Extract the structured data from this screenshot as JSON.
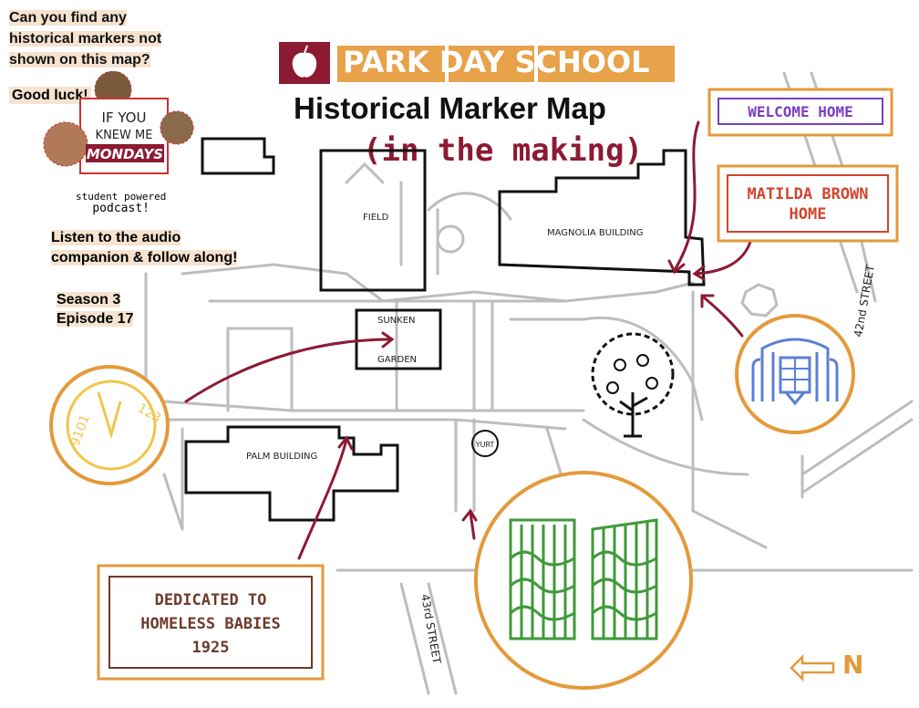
{
  "prompt": {
    "line1": "Can you find any",
    "line2": "historical markers not",
    "line3": "shown on this map?",
    "good_luck": "Good luck!"
  },
  "podcast": {
    "logo_line1": "IF YOU",
    "logo_line2": "KNEW ME",
    "logo_line3": "MONDAYS",
    "tag1": "student powered",
    "tag2": "podcast!"
  },
  "instructions": {
    "line1": "Listen to the audio",
    "line2": "companion & follow along!"
  },
  "episode": {
    "season": "Season 3",
    "episode": "Episode 17"
  },
  "header": {
    "brand": "PARK DAY SCHOOL",
    "title": "Historical Marker Map",
    "subtitle": "(in the making)"
  },
  "map_labels": {
    "field": "FIELD",
    "magnolia": "MAGNOLIA BUILDING",
    "sunken1": "SUNKEN",
    "sunken2": "GARDEN",
    "palm": "PALM BUILDING",
    "yurt": "YURT",
    "street42": "42nd STREET",
    "street43": "43rd STREET"
  },
  "markers": {
    "welcome": "WELCOME HOME",
    "matilda1": "MATILDA BROWN",
    "matilda2": "HOME",
    "dedicated1": "DEDICATED TO",
    "dedicated2": "HOMELESS BABIES",
    "dedicated3": "1925"
  },
  "compass": {
    "label": "N"
  },
  "colors": {
    "accent_orange": "#e39a3a",
    "maroon": "#8d1a33",
    "green": "#3f9a3a",
    "blue": "#5b7fd6",
    "purple": "#7a3fc4",
    "red": "#d2452f",
    "clock_yellow": "#f0c64a"
  }
}
